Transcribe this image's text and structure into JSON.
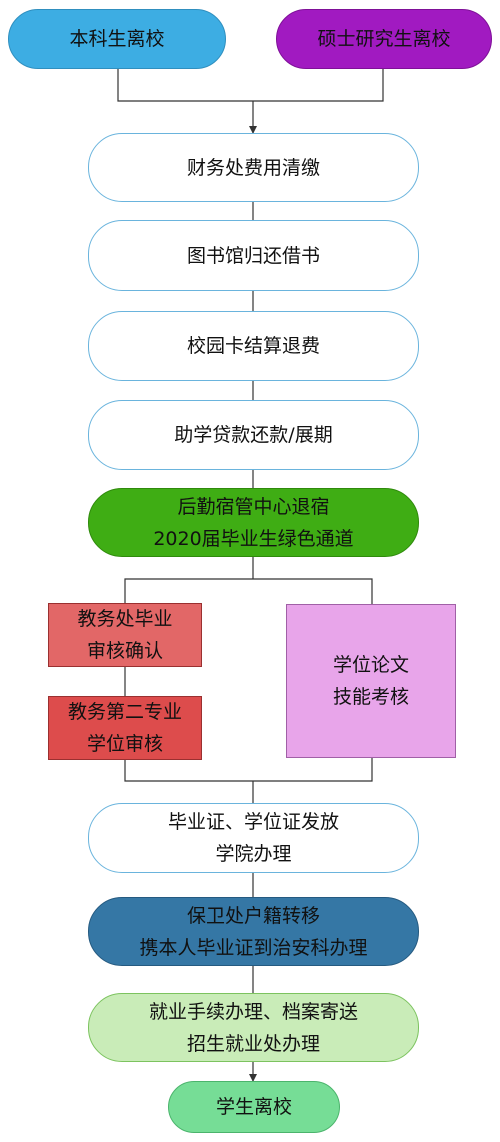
{
  "colors": {
    "undergrad": "#3dade3",
    "master": "#a11ac1",
    "white_border": "#6ab4dd",
    "green_dark": "#3fad14",
    "red_light": "#e26767",
    "red_dark": "#dd4c4c",
    "pink": "#e8a5ea",
    "blue_dark": "#3577a5",
    "green_light": "#c9ecb8",
    "green_mint": "#76dd96",
    "line": "#333333"
  },
  "nodes": {
    "undergrad_leave": {
      "lines": [
        "本科生离校"
      ]
    },
    "master_leave": {
      "lines": [
        "硕士研究生离校"
      ]
    },
    "finance": {
      "lines": [
        "财务处费用清缴"
      ]
    },
    "library": {
      "lines": [
        "图书馆归还借书"
      ]
    },
    "campus_card": {
      "lines": [
        "校园卡结算退费"
      ]
    },
    "loan": {
      "lines": [
        "助学贷款还款/展期"
      ]
    },
    "dorm": {
      "lines": [
        "后勤宿管中心退宿",
        "2020届毕业生绿色通道"
      ]
    },
    "academic_affairs": {
      "lines": [
        "教务处毕业",
        "审核确认"
      ]
    },
    "second_major": {
      "lines": [
        "教务第二专业",
        "学位审核"
      ]
    },
    "thesis": {
      "lines": [
        "学位论文",
        "技能考核"
      ]
    },
    "certificates": {
      "lines": [
        "毕业证、学位证发放",
        "学院办理"
      ]
    },
    "security": {
      "lines": [
        "保卫处户籍转移",
        "携本人毕业证到治安科办理"
      ]
    },
    "employment": {
      "lines": [
        "就业手续办理、档案寄送",
        "招生就业处办理"
      ]
    },
    "student_leave": {
      "lines": [
        "学生离校"
      ]
    }
  }
}
